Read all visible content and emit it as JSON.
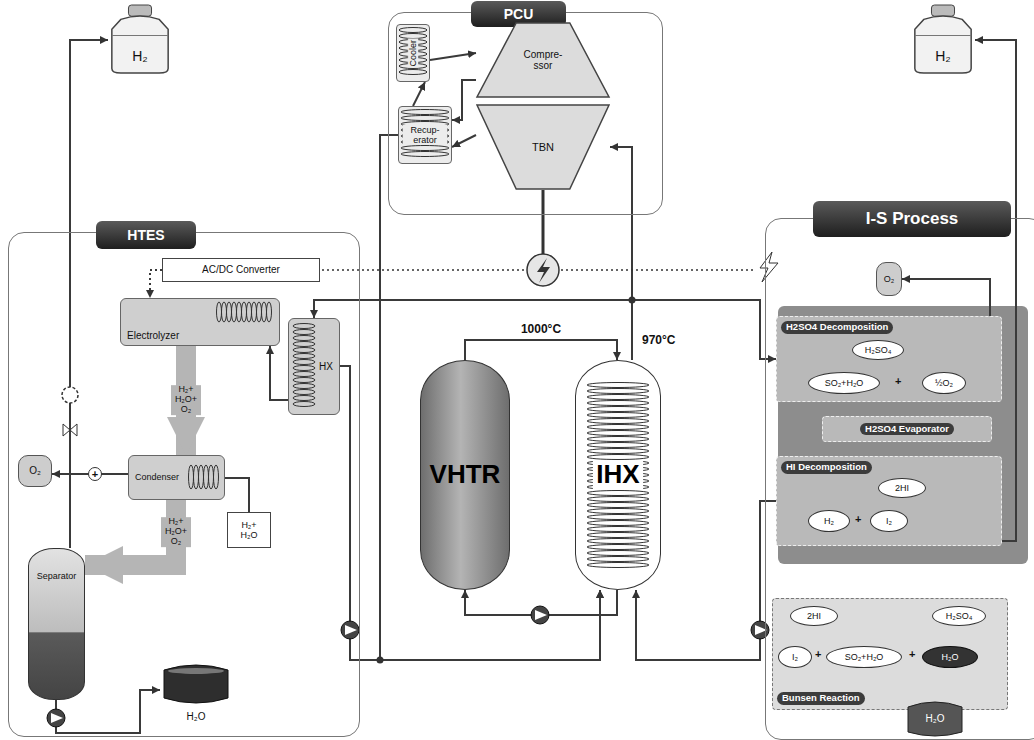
{
  "diagram": {
    "nodes": [
      {
        "text": [
          "PCU"
        ]
      },
      {
        "text": [
          "Cooler"
        ],
        "in": 0
      },
      {
        "text": [
          "Compre- ssor"
        ],
        "in": 0
      },
      {
        "text": [
          "Recup- erator"
        ],
        "in": 0
      },
      {
        "text": [
          "TBN"
        ],
        "in": 0
      },
      {
        "text": [
          "H₂"
        ]
      },
      {
        "text": [
          "HTES"
        ]
      },
      {
        "text": [
          "AC/DC Converter"
        ],
        "in": 6
      },
      {
        "text": [
          "Electrolyzer"
        ],
        "in": 6
      },
      {
        "text": [
          "HX"
        ],
        "in": 6
      },
      {
        "text": [
          "O₂"
        ],
        "in": 6
      },
      {
        "text": [
          "Condenser"
        ],
        "in": 6
      },
      {
        "text": [
          "H₂+ H₂O"
        ],
        "in": 6
      },
      {
        "text": [
          "Separator"
        ],
        "in": 6
      },
      {
        "text": [
          "H₂O"
        ],
        "in": 6
      },
      {
        "text": [
          "VHTR"
        ]
      },
      {
        "text": [
          "IHX"
        ]
      },
      {
        "text": [
          "H₂"
        ]
      },
      {
        "text": [
          "I-S Process"
        ]
      },
      {
        "text": [
          "O₂"
        ],
        "in": 18
      },
      {
        "text": [
          "H2SO4 Decomposition"
        ],
        "in": 18
      },
      {
        "text": [
          "H₂SO₄"
        ],
        "in": 20
      },
      {
        "text": [
          "SO₂+H₂O"
        ],
        "in": 20
      },
      {
        "text": [
          "½O₂"
        ],
        "in": 20
      },
      {
        "text": [
          "H2SO4 Evaporator"
        ],
        "in": 18
      },
      {
        "text": [
          "HI Decomposition"
        ],
        "in": 18
      },
      {
        "text": [
          "2HI"
        ],
        "in": 25
      },
      {
        "text": [
          "H₂"
        ],
        "in": 25
      },
      {
        "text": [
          "I₂"
        ],
        "in": 25
      },
      {
        "text": [
          "Bunsen Reaction"
        ],
        "in": 18
      },
      {
        "text": [
          "2HI"
        ],
        "in": 29
      },
      {
        "text": [
          "H₂SO₄"
        ],
        "in": 29
      },
      {
        "text": [
          "I₂"
        ],
        "in": 29
      },
      {
        "text": [
          "SO₂+H₂O"
        ],
        "in": 29
      },
      {
        "text": [
          "H₂O"
        ],
        "in": 29
      },
      {
        "text": [
          "H₂O"
        ],
        "in": 18
      }
    ],
    "edges": [
      {
        "from": 15,
        "to": 16,
        "arrow": "to",
        "label": "1000°C"
      },
      {
        "from": 16,
        "to": 15,
        "arrow": "to"
      },
      {
        "from": 16,
        "to": 4,
        "arrow": "to"
      },
      {
        "from": 4,
        "to": 3,
        "arrow": "to"
      },
      {
        "from": 3,
        "to": 1,
        "arrow": "to"
      },
      {
        "from": 1,
        "to": 2,
        "arrow": "to"
      },
      {
        "from": 2,
        "to": 3,
        "arrow": "to"
      },
      {
        "from": 3,
        "to": 16,
        "arrow": "to"
      },
      {
        "from": 16,
        "to": 9,
        "arrow": "to"
      },
      {
        "from": 16,
        "to": 20,
        "arrow": "to"
      },
      {
        "from": 9,
        "to": 16,
        "arrow": "to"
      },
      {
        "from": 25,
        "to": 16,
        "arrow": "to"
      },
      {
        "from": 8,
        "to": 11,
        "arrow": "to",
        "label": "H₂+ H₂O+ O₂"
      },
      {
        "from": 11,
        "to": 13,
        "arrow": "to",
        "label": "H₂+ H₂O+ O₂"
      },
      {
        "from": 7,
        "to": 8,
        "arrow": "to"
      },
      {
        "from": 13,
        "to": 5,
        "arrow": "to"
      },
      {
        "from": 13,
        "to": 14,
        "arrow": "to"
      },
      {
        "from": 11,
        "to": 10,
        "arrow": "to"
      },
      {
        "from": 11,
        "to": 12,
        "arrow": "none"
      },
      {
        "from": 9,
        "to": 8,
        "arrow": "to"
      },
      {
        "from": 23,
        "to": 19,
        "arrow": "to"
      },
      {
        "from": 27,
        "to": 17,
        "arrow": "to"
      },
      {
        "from": 35,
        "to": 34,
        "arrow": "to"
      },
      {
        "from": 21,
        "to": 22,
        "arrow": "to"
      },
      {
        "from": 26,
        "to": 27,
        "arrow": "to"
      }
    ],
    "labels": [
      "970°C",
      "+",
      "+",
      "+",
      "+",
      "+"
    ]
  }
}
